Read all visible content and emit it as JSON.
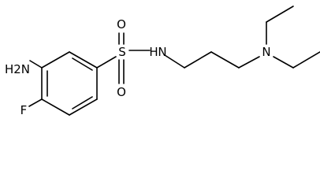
{
  "molecule": {
    "atoms": {
      "amino": "H2N",
      "fluorine": "F",
      "sulfur": "S",
      "oxygen_top": "O",
      "oxygen_bottom": "O",
      "sulfonamide_nitrogen": "N",
      "sulfonamide_hydrogen": "H",
      "amine_nitrogen": "N"
    }
  }
}
